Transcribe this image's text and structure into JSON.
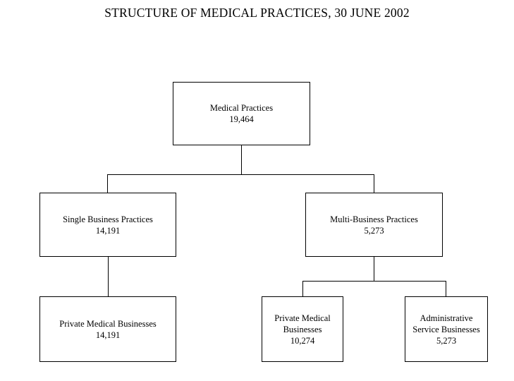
{
  "chart_data": {
    "type": "diagram",
    "diagram_type": "organizational-hierarchy-tree",
    "title": "STRUCTURE OF MEDICAL PRACTICES, 30 JUNE 2002",
    "orientation": "top-down",
    "levels": 3,
    "nodes": [
      {
        "id": "root",
        "label": "Medical Practices",
        "value": "19,464",
        "value_numeric": 19464,
        "level": 1
      },
      {
        "id": "single",
        "label": "Single Business Practices",
        "value": "14,191",
        "value_numeric": 14191,
        "level": 2,
        "parent": "root"
      },
      {
        "id": "multi",
        "label": "Multi-Business Practices",
        "value": "5,273",
        "value_numeric": 5273,
        "level": 2,
        "parent": "root"
      },
      {
        "id": "single-pmb",
        "label": "Private Medical Businesses",
        "value": "14,191",
        "value_numeric": 14191,
        "level": 3,
        "parent": "single"
      },
      {
        "id": "multi-pmb",
        "label": "Private Medical\nBusinesses",
        "value": "10,274",
        "value_numeric": 10274,
        "level": 3,
        "parent": "multi"
      },
      {
        "id": "multi-asb",
        "label": "Administrative\nService Businesses",
        "value": "5,273",
        "value_numeric": 5273,
        "level": 3,
        "parent": "multi"
      }
    ],
    "edges": [
      {
        "from": "root",
        "to": "single"
      },
      {
        "from": "root",
        "to": "multi"
      },
      {
        "from": "single",
        "to": "single-pmb"
      },
      {
        "from": "multi",
        "to": "multi-pmb"
      },
      {
        "from": "multi",
        "to": "multi-asb"
      }
    ],
    "colors": {
      "background": "#ffffff",
      "box_fill": "#ffffff",
      "box_border": "#000000",
      "connector": "#000000",
      "text": "#000000"
    }
  }
}
